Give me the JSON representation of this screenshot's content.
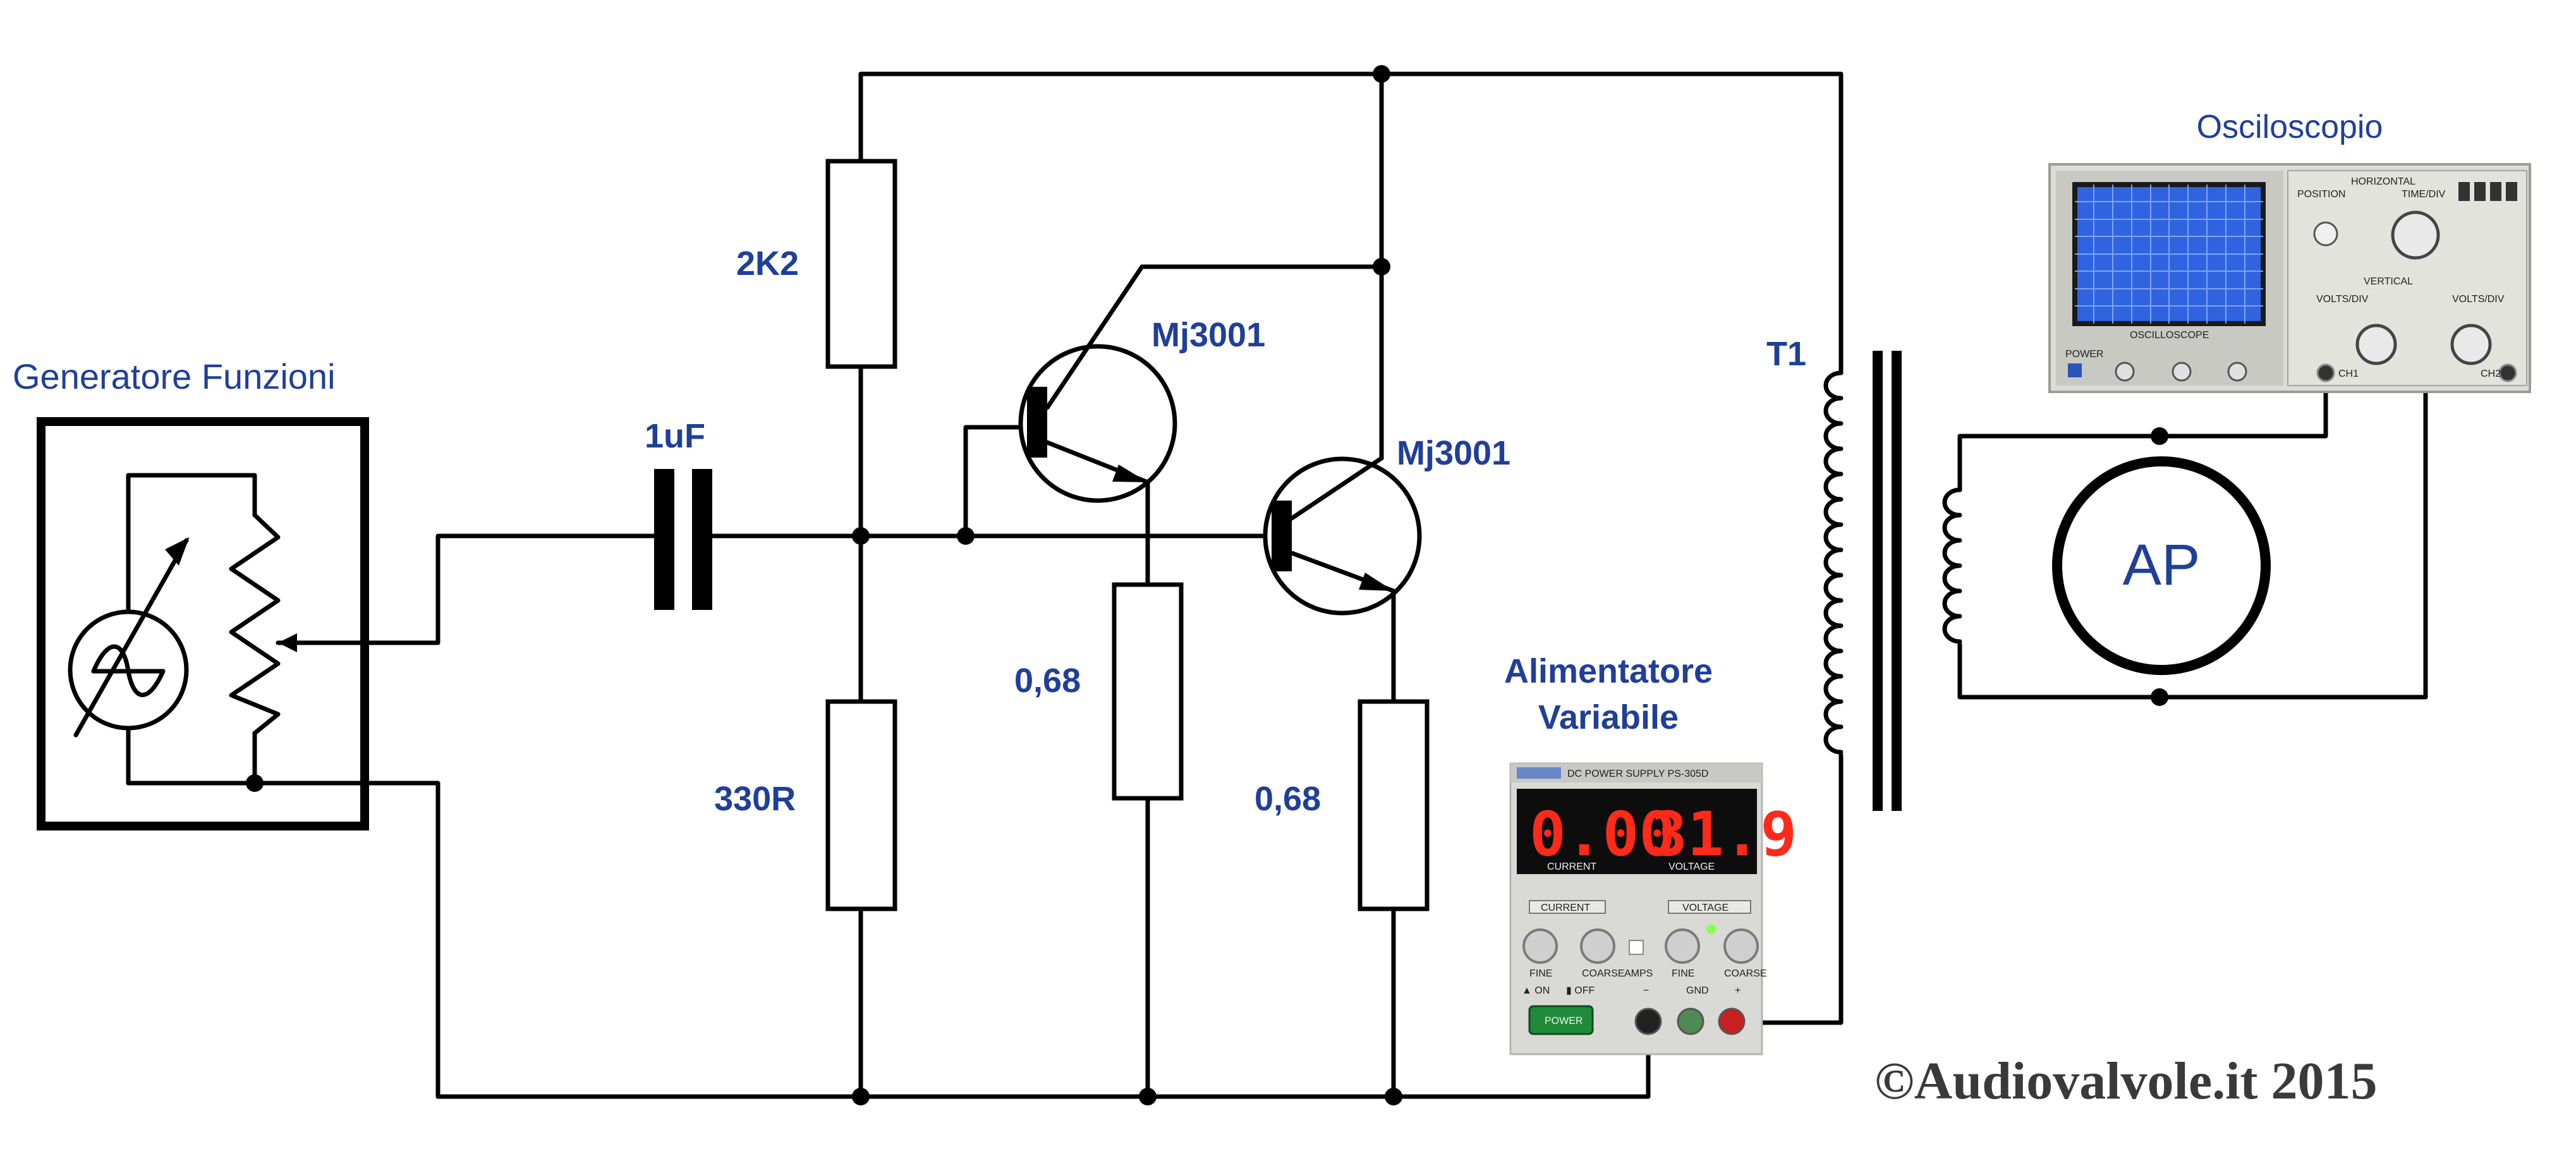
{
  "labels": {
    "generator": "Generatore Funzioni",
    "capacitor": "1uF",
    "r_top": "2K2",
    "r_bottom": "330R",
    "r_emitter1": "0,68",
    "r_emitter2": "0,68",
    "transistor1": "Mj3001",
    "transistor2": "Mj3001",
    "transformer": "T1",
    "psu_line1": "Alimentatore",
    "psu_line2": "Variabile",
    "oscilloscope": "Osciloscopio",
    "analyzer": "AP",
    "copyright": "©Audiovalvole.it 2015"
  },
  "psu_panel": {
    "brand": "DC POWER SUPPLY  PS-305D",
    "current_display": "0.00",
    "voltage_display": "31.9",
    "current_caption": "CURRENT",
    "voltage_caption": "VOLTAGE",
    "current_group": "CURRENT",
    "voltage_group": "VOLTAGE",
    "fine_left": "FINE",
    "coarse_left": "COARSE",
    "amps": "AMPS",
    "fine_right": "FINE",
    "coarse_right": "COARSE",
    "on": "▲ ON",
    "off": "▮ OFF",
    "minus": "−",
    "gnd": "GND",
    "plus": "+",
    "power_button": "POWER"
  },
  "scope_panel": {
    "model": "OSCILLOSCOPE",
    "horizontal": "HORIZONTAL",
    "vertical": "VERTICAL",
    "time_div": "TIME/DIV",
    "volts_div_left": "VOLTS/DIV",
    "volts_div_right": "VOLTS/DIV",
    "position": "POSITION",
    "power": "POWER",
    "ch1": "CH1",
    "ch2": "CH2"
  },
  "colors": {
    "label_blue": "#1f3f99",
    "wire": "#000000",
    "display_red": "#ff2a1a",
    "scope_screen": "#2f63e0",
    "psu_power_button": "#1f8a3a"
  }
}
